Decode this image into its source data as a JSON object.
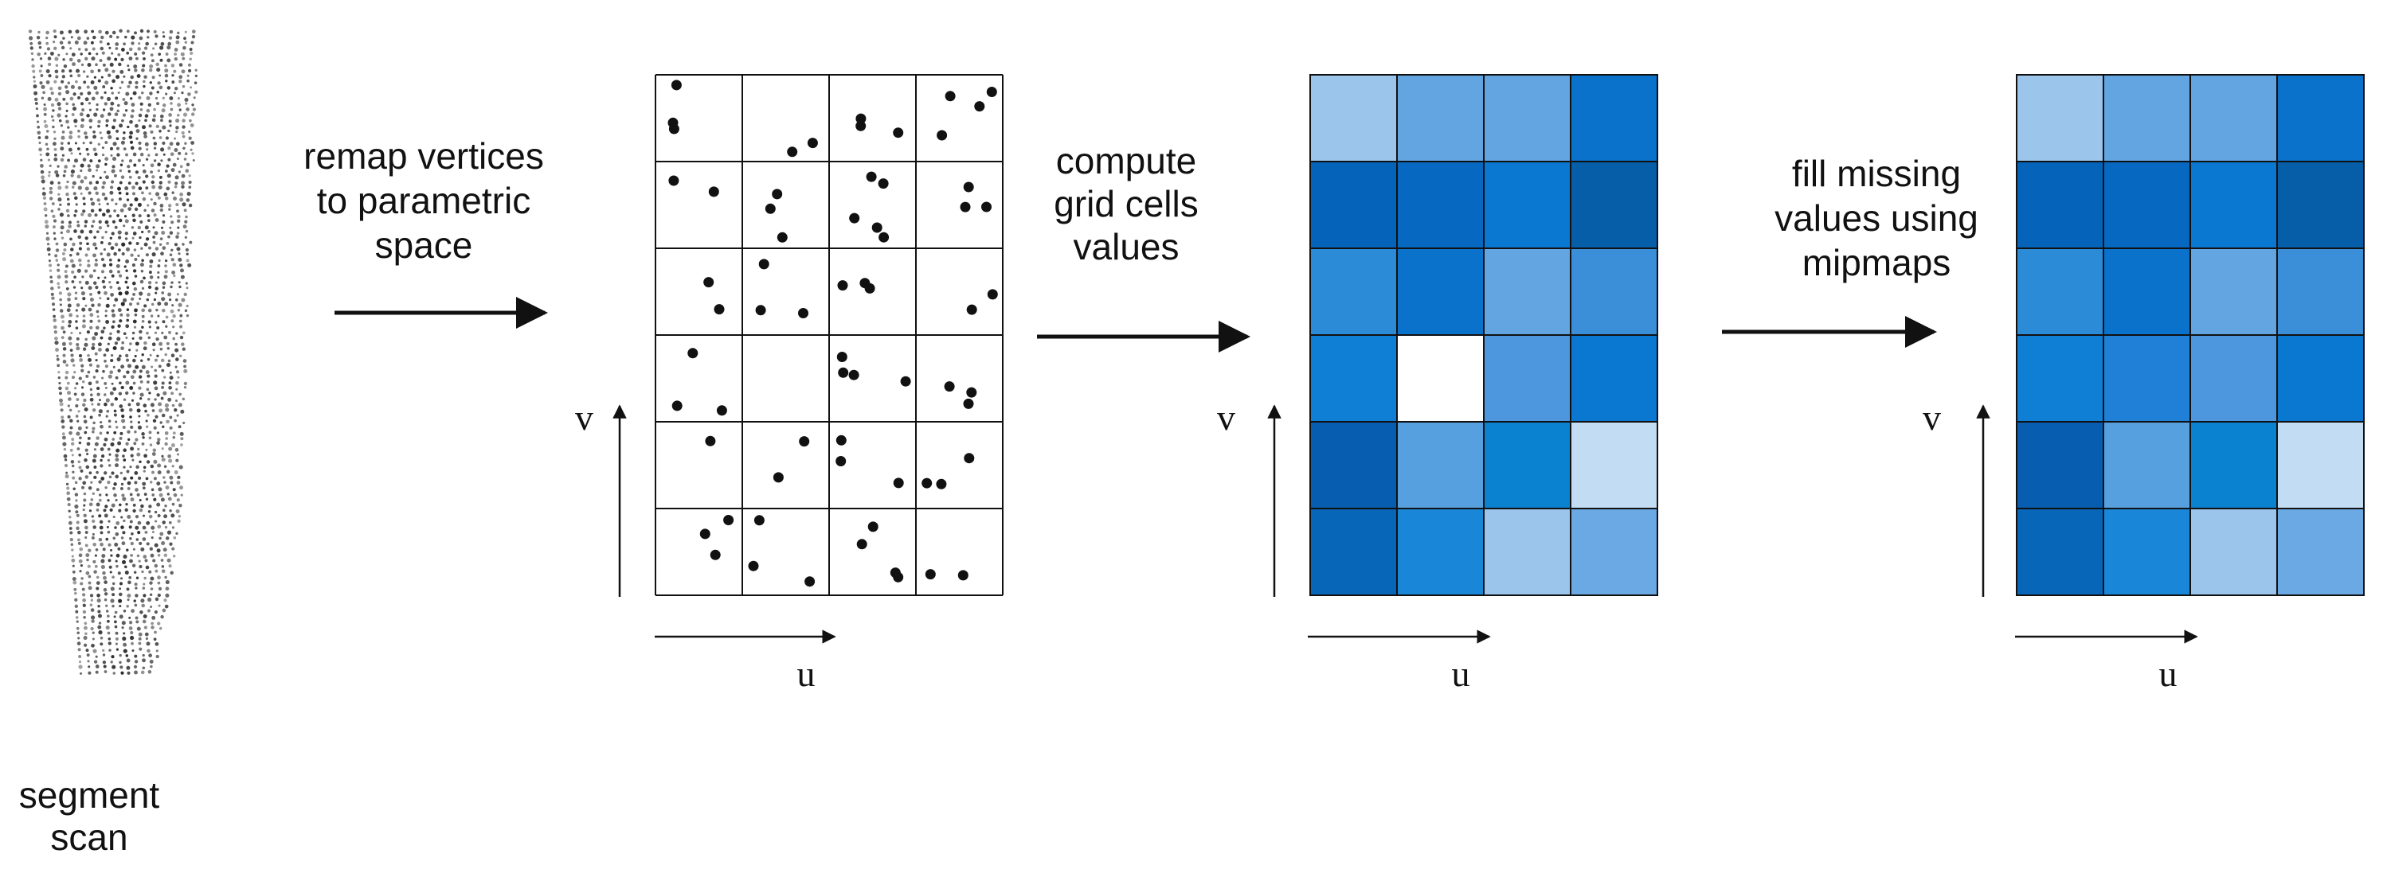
{
  "scan": {
    "caption_line1": "segment",
    "caption_line2": "scan"
  },
  "steps": [
    {
      "lines": [
        "remap vertices",
        "to parametric",
        "space"
      ]
    },
    {
      "lines": [
        "compute",
        "grid cells",
        "values"
      ]
    },
    {
      "lines": [
        "fill missing",
        "values using",
        "mipmaps"
      ]
    }
  ],
  "axes": {
    "u_label": "u",
    "v_label": "v"
  },
  "grids": {
    "rows": 6,
    "cols": 4,
    "computed_cells": [
      [
        "#9cc5ec",
        "#62a5e1",
        "#62a5e1",
        "#0a72cb"
      ],
      [
        "#0564b9",
        "#0668c0",
        "#0a78d0",
        "#065ea8"
      ],
      [
        "#2c8bd7",
        "#0a72cb",
        "#62a5e1",
        "#3a8fd8"
      ],
      [
        "#0f7fd6",
        "#ffffff",
        "#4c97dd",
        "#0a78d0"
      ],
      [
        "#075db0",
        "#57a0df",
        "#0b82d0",
        "#c2ddf3"
      ],
      [
        "#0866b8",
        "#1a86d8",
        "#9cc5ec",
        "#6aa9e3"
      ]
    ],
    "filled_cells": [
      [
        "#9cc5ec",
        "#62a5e1",
        "#62a5e1",
        "#0a72cb"
      ],
      [
        "#0564b9",
        "#0668c0",
        "#0a78d0",
        "#065ea8"
      ],
      [
        "#2c8bd7",
        "#0a72cb",
        "#62a5e1",
        "#3a8fd8"
      ],
      [
        "#0f7fd6",
        "#2080d8",
        "#4c97dd",
        "#0a78d0"
      ],
      [
        "#075db0",
        "#57a0df",
        "#0b82d0",
        "#c2ddf3"
      ],
      [
        "#0866b8",
        "#1a86d8",
        "#9cc5ec",
        "#6aa9e3"
      ]
    ]
  }
}
